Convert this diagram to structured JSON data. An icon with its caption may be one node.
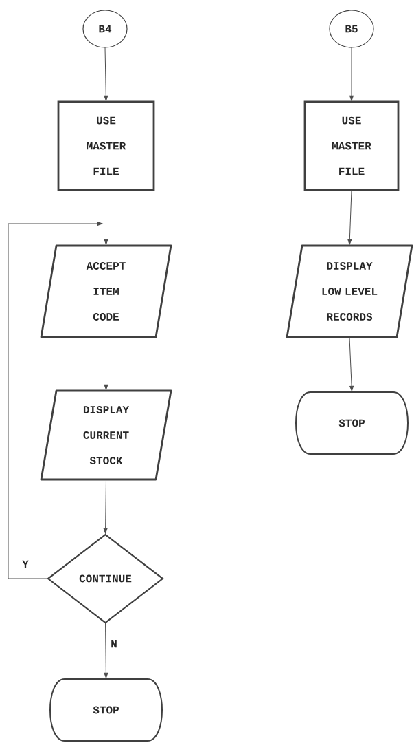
{
  "diagram": {
    "nodes": [
      {
        "text": [
          "B4"
        ]
      },
      {
        "text": [
          "USE MASTER FILE"
        ]
      },
      {
        "text": [
          "B5"
        ]
      },
      {
        "text": [
          "USE MASTER FILE"
        ]
      },
      {
        "text": [
          "ACCEPT ITEM CODE"
        ]
      },
      {
        "text": [
          "DISPLAY LOW LEVEL RECORDS"
        ]
      },
      {
        "text": [
          "DISPLAY CURRENT STOCK"
        ]
      },
      {
        "text": [
          "CONTINUE"
        ]
      },
      {
        "text": [
          "STOP"
        ]
      },
      {
        "text": [
          "STOP"
        ]
      }
    ],
    "edges": [
      {
        "from": 0,
        "to": 1,
        "arrow": "to"
      },
      {
        "from": 1,
        "to": 4,
        "arrow": "to"
      },
      {
        "from": 4,
        "to": 6,
        "arrow": "to"
      },
      {
        "from": 6,
        "to": 7,
        "arrow": "to"
      },
      {
        "from": 7,
        "to": 8,
        "arrow": "to",
        "label": "N"
      },
      {
        "from": 7,
        "to": 4,
        "arrow": "to",
        "label": "Y"
      },
      {
        "from": 2,
        "to": 3,
        "arrow": "to"
      },
      {
        "from": 3,
        "to": 5,
        "arrow": "to"
      },
      {
        "from": 5,
        "to": 9,
        "arrow": "to"
      }
    ]
  }
}
